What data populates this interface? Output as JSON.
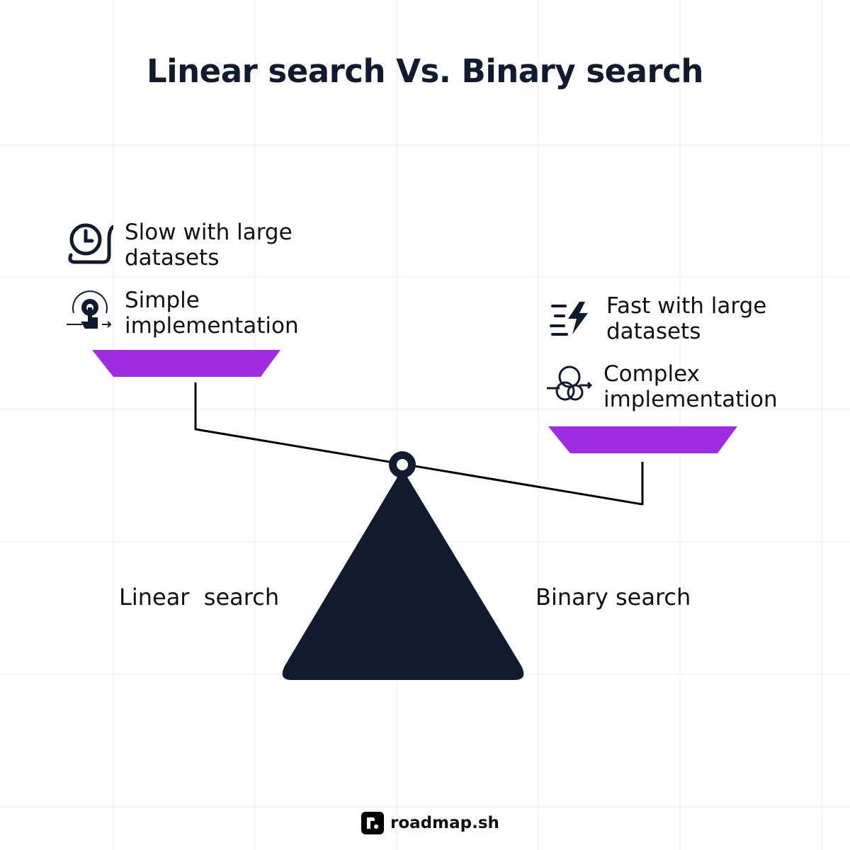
{
  "title": "Linear search Vs. Binary search",
  "left": {
    "label": "Linear  search",
    "items": [
      {
        "icon": "snail-clock-icon",
        "text": "Slow with large\ndatasets"
      },
      {
        "icon": "gear-touch-icon",
        "text": "Simple\nimplementation"
      }
    ]
  },
  "right": {
    "label": "Binary search",
    "items": [
      {
        "icon": "lightning-speed-icon",
        "text": "Fast with large\ndatasets"
      },
      {
        "icon": "tangled-loop-icon",
        "text": "Complex\nimplementation"
      }
    ]
  },
  "colors": {
    "pan": "#9f2be3",
    "dark": "#111a2e"
  },
  "brand": "roadmap.sh"
}
